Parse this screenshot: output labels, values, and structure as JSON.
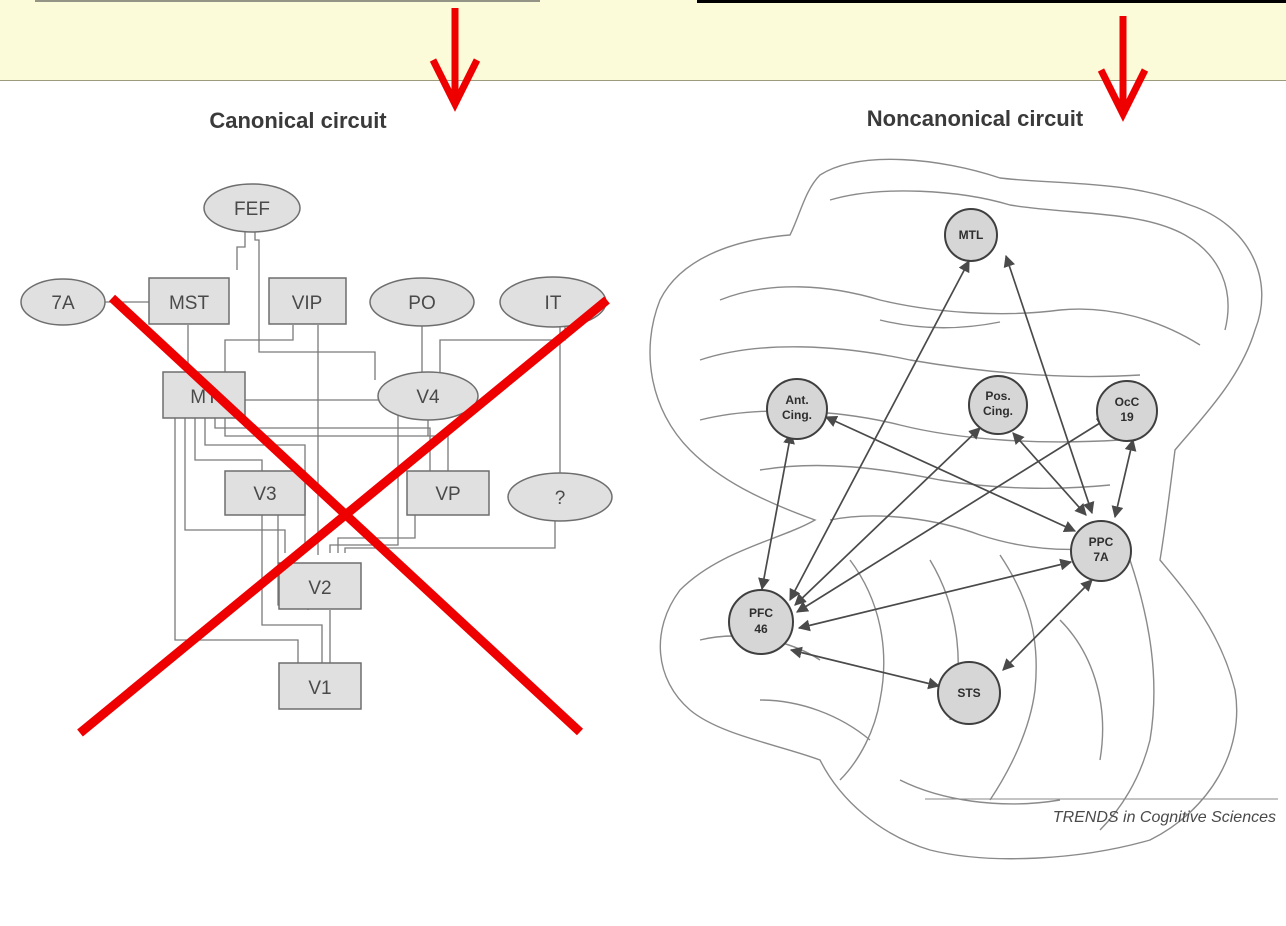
{
  "canonical": {
    "title": "Canonical circuit",
    "areas": {
      "fef": "FEF",
      "a7": "7A",
      "mst": "MST",
      "vip": "VIP",
      "po": "PO",
      "it": "IT",
      "mt": "MT",
      "v4": "V4",
      "v3": "V3",
      "vp": "VP",
      "q": "?",
      "v2": "V2",
      "v1": "V1"
    }
  },
  "noncanonical": {
    "title": "Noncanonical circuit",
    "nodes": {
      "mtl": [
        "MTL"
      ],
      "antcing": [
        "Ant.",
        "Cing."
      ],
      "poscing": [
        "Pos.",
        "Cing."
      ],
      "occ": [
        "OcC",
        "19"
      ],
      "ppc": [
        "PPC",
        "7A"
      ],
      "pfc": [
        "PFC",
        "46"
      ],
      "sts": [
        "STS"
      ]
    }
  },
  "source": "TRENDS in Cognitive Sciences",
  "colors": {
    "banner": "#fbfbd9",
    "cross": "#ee0000",
    "node_fill": "#d6d6d6",
    "box_fill": "#e0e0e0"
  }
}
